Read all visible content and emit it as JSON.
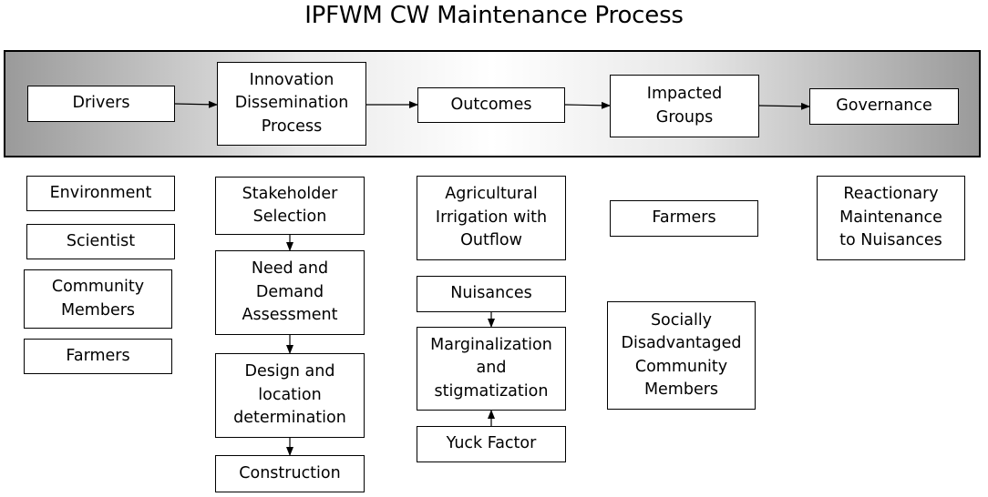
{
  "title": "IPFWM CW Maintenance Process",
  "stages": [
    {
      "id": "drivers",
      "label": "Drivers"
    },
    {
      "id": "innovation",
      "label": "Innovation\nDissemination\nProcess"
    },
    {
      "id": "outcomes",
      "label": "Outcomes"
    },
    {
      "id": "impacted",
      "label": "Impacted\nGroups"
    },
    {
      "id": "governance",
      "label": "Governance"
    }
  ],
  "drivers": [
    "Environment",
    "Scientist",
    "Community\nMembers",
    "Farmers"
  ],
  "innovation_steps": [
    "Stakeholder\nSelection",
    "Need and\nDemand\nAssessment",
    "Design and\nlocation\ndetermination",
    "Construction"
  ],
  "outcomes": {
    "agricultural": "Agricultural\nIrrigation with\nOutflow",
    "nuisances": "Nuisances",
    "marginalization": "Marginalization\nand\nstigmatization",
    "yuck": "Yuck Factor"
  },
  "impacted_groups": [
    "Farmers",
    "Socially\nDisadvantaged\nCommunity\nMembers"
  ],
  "governance": [
    "Reactionary\nMaintenance\nto Nuisances"
  ]
}
